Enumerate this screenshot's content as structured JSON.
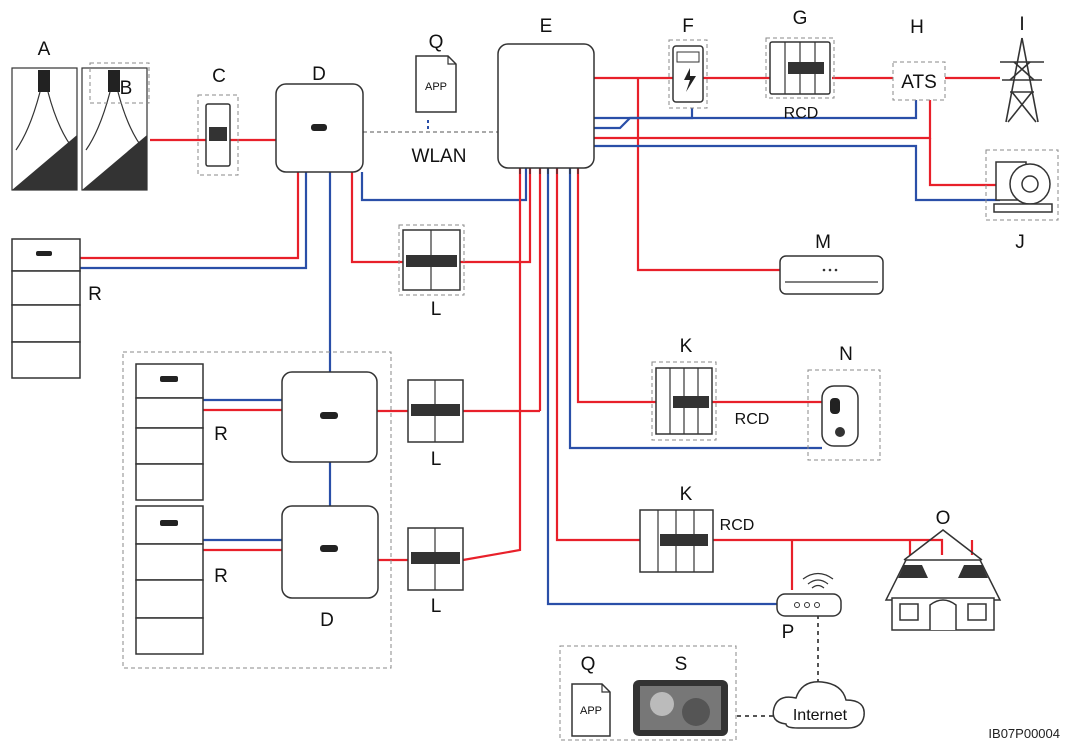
{
  "labels": {
    "A": "A",
    "B": "B",
    "C": "C",
    "D": "D",
    "D2": "D",
    "E": "E",
    "F": "F",
    "G": "G",
    "H": "H",
    "I": "I",
    "J": "J",
    "K1": "K",
    "K2": "K",
    "L1": "L",
    "L2": "L",
    "L3": "L",
    "M": "M",
    "N": "N",
    "O": "O",
    "P": "P",
    "Q1": "Q",
    "Q2": "Q",
    "R1": "R",
    "R2": "R",
    "R3": "R",
    "S": "S"
  },
  "texts": {
    "wlan": "WLAN",
    "ats": "ATS",
    "rcd_g": "RCD",
    "rcd_k1": "RCD",
    "rcd_k2": "RCD",
    "app1": "APP",
    "app2": "APP",
    "internet": "Internet",
    "figure_id": "IB07P00004"
  },
  "colors": {
    "ac_line": "#e8202a",
    "comm_line": "#2a4fa8",
    "outline": "#333333"
  }
}
